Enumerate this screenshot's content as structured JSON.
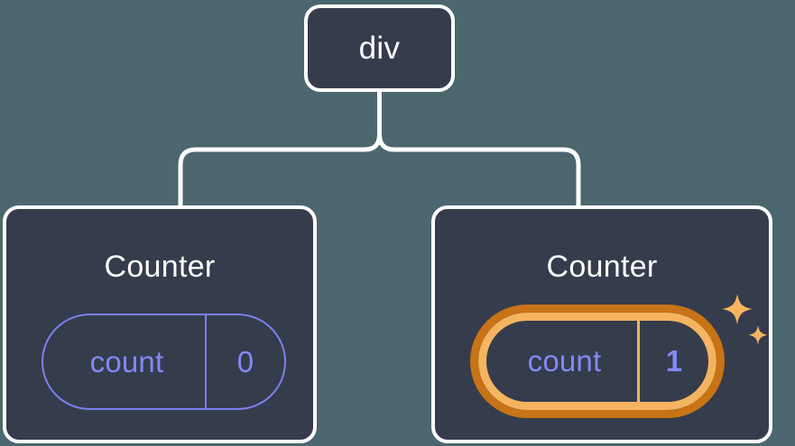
{
  "diagram": {
    "title": "React component tree with highlighted state update",
    "background_color": "#4c6670",
    "node_fill": "#353c4c",
    "node_border": "#ffffff",
    "connector_color": "#ffffff",
    "accent_purple": "#8489f2",
    "highlight_outer": "#c87315",
    "highlight_inner": "#f5b460"
  },
  "root": {
    "label": "div"
  },
  "children": [
    {
      "label": "Counter",
      "state": {
        "key": "count",
        "value": "0"
      },
      "highlighted": false,
      "sparkle_icon": "sparkles-icon"
    },
    {
      "label": "Counter",
      "state": {
        "key": "count",
        "value": "1"
      },
      "highlighted": true,
      "sparkle_icon": "sparkles-icon"
    }
  ]
}
